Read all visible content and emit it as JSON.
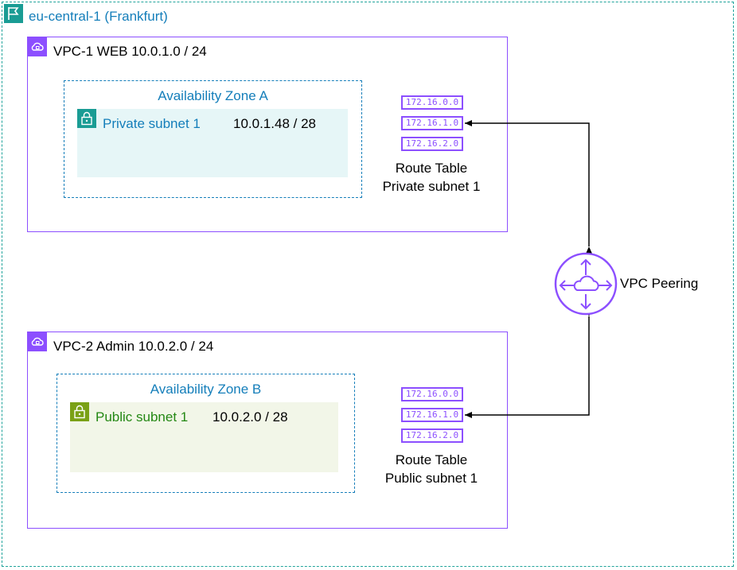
{
  "region": {
    "label": "eu-central-1 (Frankfurt)"
  },
  "vpcs": [
    {
      "label": "VPC-1 WEB 10.0.1.0 / 24",
      "az": "Availability Zone A",
      "subnet": {
        "name": "Private subnet 1",
        "cidr": "10.0.1.48 / 28",
        "kind": "private"
      },
      "routes": [
        "172.16.0.0",
        "172.16.1.0",
        "172.16.2.0"
      ],
      "route_table": {
        "line1": "Route Table",
        "line2": "Private subnet 1"
      }
    },
    {
      "label": "VPC-2 Admin 10.0.2.0 / 24",
      "az": "Availability Zone B",
      "subnet": {
        "name": "Public subnet 1",
        "cidr": "10.0.2.0 / 28",
        "kind": "public"
      },
      "routes": [
        "172.16.0.0",
        "172.16.1.0",
        "172.16.2.0"
      ],
      "route_table": {
        "line1": "Route Table",
        "line2": "Public subnet 1"
      }
    }
  ],
  "peering": {
    "label": "VPC Peering"
  },
  "colors": {
    "region": "#20a39b",
    "vpc": "#8c4fff",
    "az": "#147eba",
    "private_text": "#147eba",
    "private_fill": "#e6f6f7",
    "private_icon": "#1a9c94",
    "public_text": "#248814",
    "public_fill": "#f2f6e8",
    "public_icon": "#7aa116"
  }
}
